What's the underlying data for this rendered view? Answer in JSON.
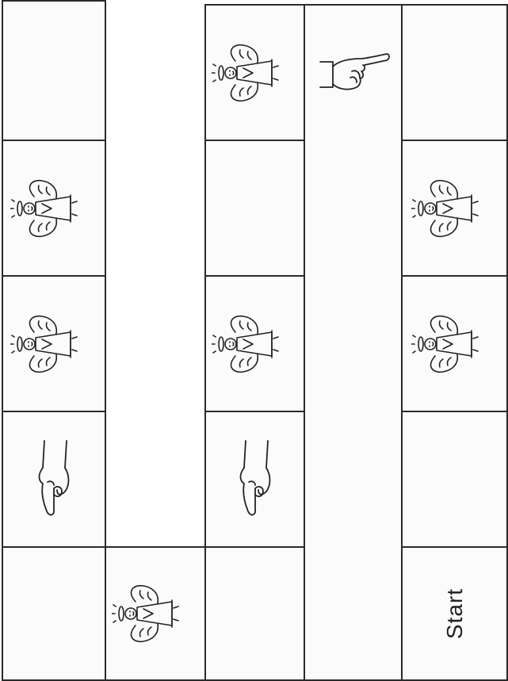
{
  "board": {
    "start_label": "Start",
    "cells": [
      {
        "id": "c1-1",
        "content": "blank"
      },
      {
        "id": "c1-2",
        "content": "angel"
      },
      {
        "id": "c1-3",
        "content": "angel"
      },
      {
        "id": "c1-4",
        "content": "hand-down"
      },
      {
        "id": "c1-5",
        "content": "blank"
      },
      {
        "id": "c2-5",
        "content": "angel"
      },
      {
        "id": "c3-1",
        "content": "angel"
      },
      {
        "id": "c3-2",
        "content": "blank"
      },
      {
        "id": "c3-3",
        "content": "angel"
      },
      {
        "id": "c3-4",
        "content": "hand-down"
      },
      {
        "id": "c3-5",
        "content": "blank"
      },
      {
        "id": "c4-1",
        "content": "hand-right"
      },
      {
        "id": "c5-1",
        "content": "blank"
      },
      {
        "id": "c5-2",
        "content": "angel"
      },
      {
        "id": "c5-3",
        "content": "angel"
      },
      {
        "id": "c5-4",
        "content": "blank"
      },
      {
        "id": "c5-5",
        "content": "start"
      }
    ]
  }
}
